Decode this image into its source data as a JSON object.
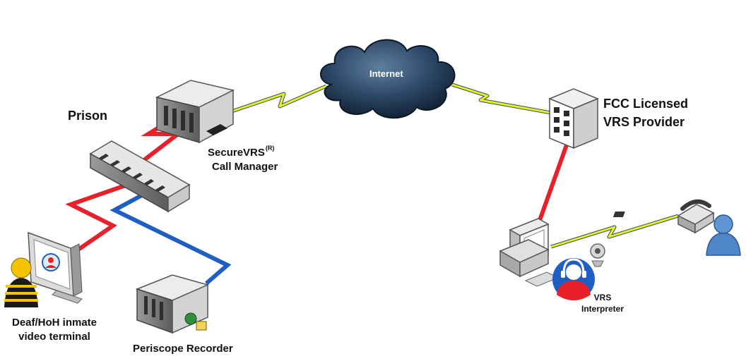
{
  "diagram": {
    "labels": {
      "prison": "Prison",
      "internet": "Internet",
      "call_manager_line1": "SecureVRS",
      "call_manager_sup": "(R)",
      "call_manager_line2": "Call Manager",
      "vrs_provider_line1": "FCC Licensed",
      "vrs_provider_line2": "VRS Provider",
      "inmate_line1": "Deaf/HoH inmate",
      "inmate_line2": "video terminal",
      "recorder": "Periscope Recorder",
      "interpreter_line1": "VRS",
      "interpreter_line2": "Interpreter"
    },
    "colors": {
      "red_link": "#e8202a",
      "blue_link": "#1f5fc4",
      "wan_link": "#e9f21a",
      "cloud": "#1f3650"
    },
    "icons": [
      "cloud-icon",
      "server-icon",
      "switch-icon",
      "monitor-icon",
      "inmate-icon",
      "recorder-icon",
      "building-icon",
      "workstation-icon",
      "headset-icon",
      "webcam-icon",
      "telephone-icon",
      "user-icon"
    ]
  }
}
